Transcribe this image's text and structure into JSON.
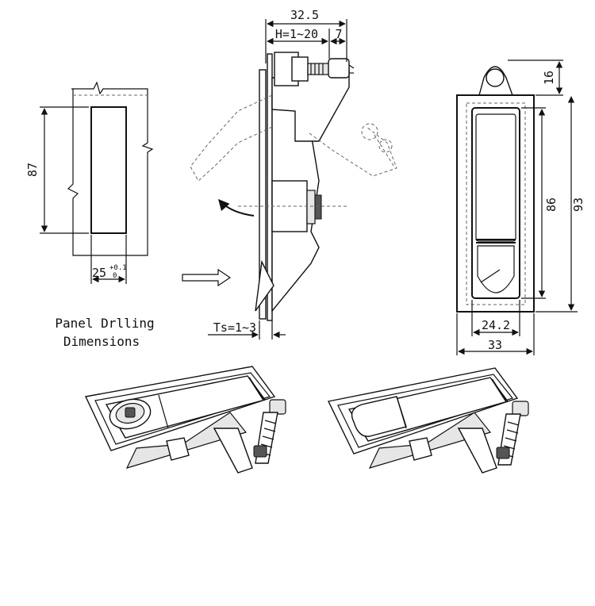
{
  "drilling": {
    "height_label": "87",
    "width_label": "25",
    "tol_upper": "+0.1",
    "tol_lower": "0",
    "caption_line1": "Panel Drlling",
    "caption_line2": "Dimensions"
  },
  "side_view": {
    "total_width_label": "32.5",
    "h_range_label": "H=1~20",
    "offset_label": "7",
    "ts_label": "Ts=1~3"
  },
  "front_view": {
    "top_label": "16",
    "inner_height_label": "86",
    "outer_height_label": "93",
    "inner_width_label": "24.2",
    "outer_width_label": "33"
  }
}
